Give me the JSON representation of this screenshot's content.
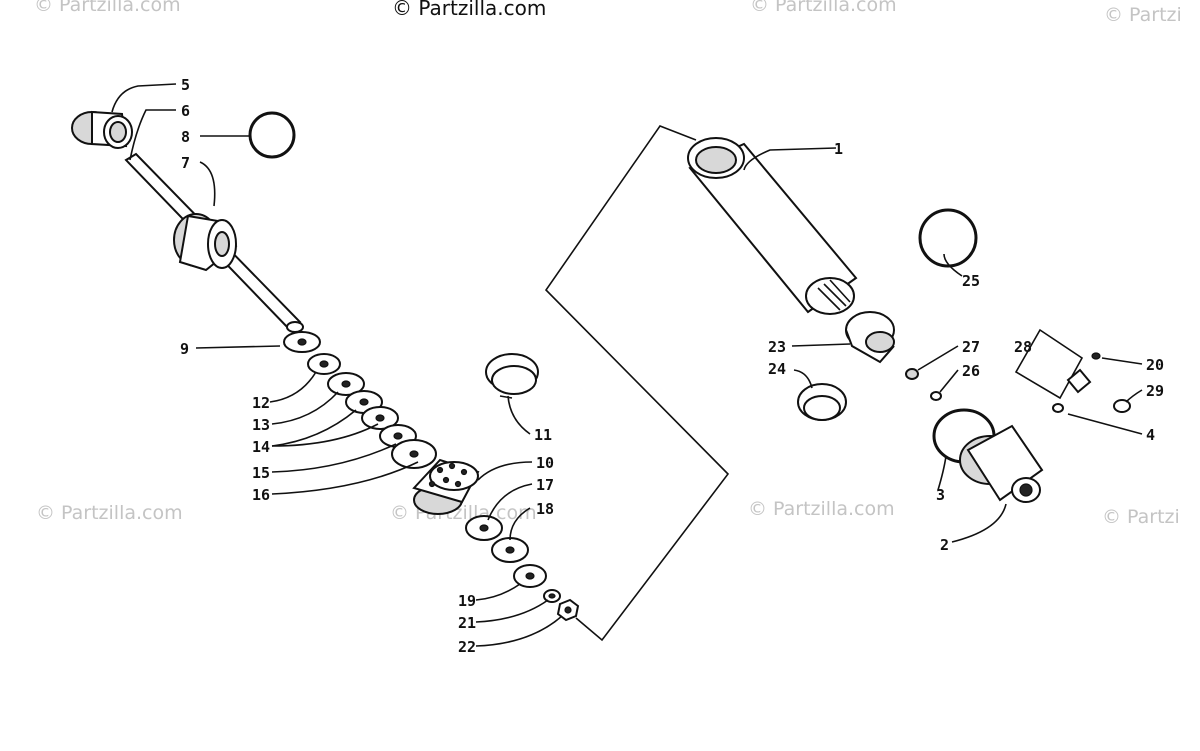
{
  "watermarks": {
    "main": "© Partzilla.com",
    "faint": "© Partzilla.com",
    "faint_partial": "© Partzi"
  },
  "callouts": [
    "1",
    "2",
    "3",
    "4",
    "5",
    "6",
    "7",
    "8",
    "9",
    "10",
    "11",
    "12",
    "13",
    "14",
    "15",
    "16",
    "17",
    "18",
    "19",
    "20",
    "21",
    "22",
    "23",
    "24",
    "25",
    "26",
    "27",
    "28",
    "29"
  ]
}
